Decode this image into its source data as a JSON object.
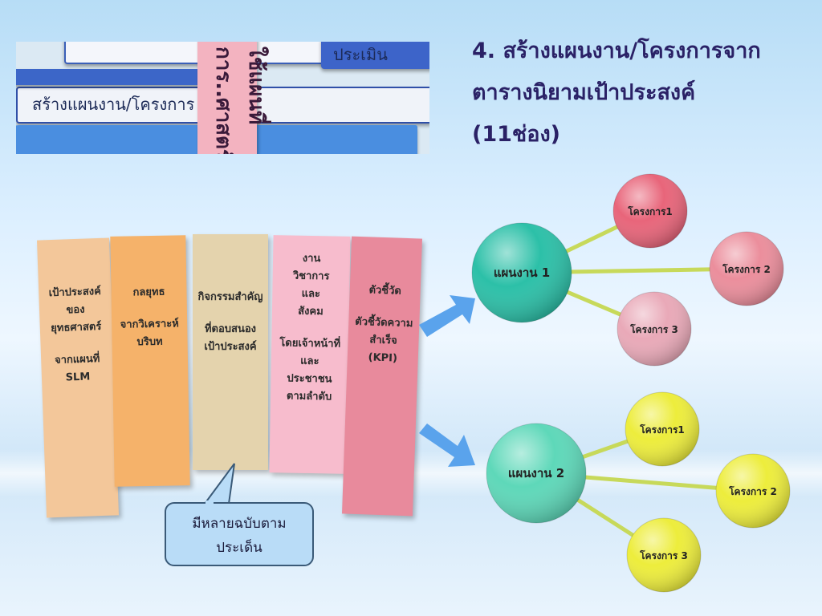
{
  "image": {
    "book_labels": [
      "สร้างแผนงาน/โครงการ",
      "ประเมิน"
    ],
    "pink_tag_text": "ใช้แผนที่การ..ศาสตร์"
  },
  "title": {
    "line1": "4. สร้างแผนงาน/โครงการจาก",
    "line2": "ตารางนิยามเป้าประสงค์",
    "line3": "(11ช่อง)"
  },
  "panels": [
    {
      "lines": [
        "เป้าประสงค์",
        "ของ",
        "ยุทธศาสตร์",
        "",
        "จากแผนที่",
        "SLM"
      ],
      "color": "#f3c79a"
    },
    {
      "lines": [
        "กลยุทธ",
        "",
        "จากวิเคราะห์",
        "บริบท"
      ],
      "color": "#f5b26a"
    },
    {
      "lines": [
        "กิจกรรมสำคัญ",
        "",
        "ที่ตอบสนอง",
        "เป้าประสงค์"
      ],
      "color": "#e4d3ad"
    },
    {
      "lines": [
        "งาน",
        "วิชาการ",
        "และ",
        "สังคม",
        "",
        "โดยเจ้าหน้าที่",
        "และ",
        "ประชาชน",
        "ตามลำดับ"
      ],
      "color": "#f7bccd"
    },
    {
      "lines": [
        "ตัวชี้วัด",
        "",
        "ตัวชี้วัดความ",
        "สำเร็จ",
        "(KPI)"
      ],
      "color": "#e88a9c"
    }
  ],
  "callout": {
    "line1": "มีหลายฉบับตาม",
    "line2": "ประเด็น"
  },
  "diagram": {
    "group1": {
      "center": "แผนงาน 1",
      "center_color": "#2cc0a8",
      "nodes": [
        "โครงการ1",
        "โครงการ 2",
        "โครงการ 3"
      ],
      "node_colors": [
        "#e8657a",
        "#eb8e9c",
        "#e9a9b8"
      ]
    },
    "group2": {
      "center": "แผนงาน 2",
      "center_color": "#5ed8b9",
      "nodes": [
        "โครงการ1",
        "โครงการ 2",
        "โครงการ 3"
      ],
      "node_colors": [
        "#eded3c",
        "#eded3c",
        "#eded3c"
      ]
    },
    "arrow_color": "#5aa3ec",
    "connector_color": "#c7d95a"
  }
}
